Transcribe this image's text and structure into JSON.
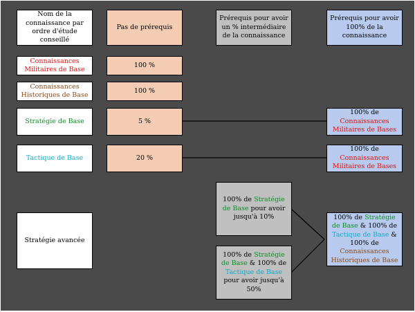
{
  "headers": {
    "name": "Nom de la connaissance par ordre d'étude conseillé",
    "no_prereq": "Pas de prérequis",
    "intermediate": "Prérequis pour avoir un % intermédiaire de la connaissance",
    "full": "Prérequis pour avoir 100% de la connaissance"
  },
  "rows": [
    {
      "name": "Connaissances Militaires de Base",
      "name_color": "red",
      "no_prereq": "100 %"
    },
    {
      "name": "Connaissances Historiques de Base",
      "name_color": "brown",
      "no_prereq": "100 %"
    },
    {
      "name": "Stratégie de Base",
      "name_color": "green",
      "no_prereq": "5 %"
    },
    {
      "name": "Tactique de Base",
      "name_color": "cyan",
      "no_prereq": "20 %"
    },
    {
      "name": "Stratégie avancée",
      "name_color": "black"
    }
  ],
  "full_prereq": {
    "strategie_de_base": {
      "p1": "100% de",
      "p2": "Connaissances Militaires de Bases"
    },
    "tactique_de_base": {
      "p1": "100% de",
      "p2": "Connaissances Militaires de Bases"
    },
    "strategie_avancee": {
      "p1": "100% de",
      "p2": "Stratégie de Base",
      "p3": "& 100% de",
      "p4": "Tactique de Base",
      "p5": "&",
      "p6": "100% de",
      "p7": "Connaissances Historiques de Base"
    }
  },
  "intermediate_prereq": {
    "box1": {
      "p1": "100% de",
      "p2": "Stratégie de Base",
      "p3": "pour avoir jusqu'à 10%"
    },
    "box2": {
      "p1": "100% de",
      "p2": "Stratégie de Base",
      "p3": "& 100% de",
      "p4": "Tactique de Base",
      "p5": "pour avoir jusqu'à 50%"
    }
  },
  "colors": {
    "background": "#4a4a4a",
    "peach": "#f4ccb4",
    "gray": "#c0c0c0",
    "blue": "#b8cbef",
    "red": "#e01010",
    "brown": "#8a4a1a",
    "green": "#108a28",
    "cyan": "#10a8c8"
  }
}
